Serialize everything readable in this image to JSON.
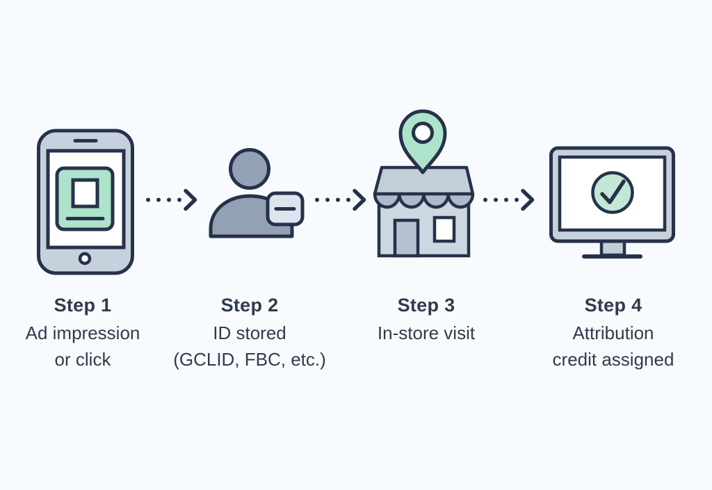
{
  "diagram": {
    "name": "offline-attribution-flow",
    "steps": [
      {
        "label": "Step 1",
        "caption": [
          "Ad impression",
          "or click"
        ],
        "icon": "tablet-ad-icon"
      },
      {
        "label": "Step 2",
        "caption": [
          "ID stored",
          "(GCLID, FBC, etc.)"
        ],
        "icon": "person-id-badge-icon"
      },
      {
        "label": "Step 3",
        "caption": [
          "In-store visit"
        ],
        "icon": "store-location-pin-icon"
      },
      {
        "label": "Step 4",
        "caption": [
          "Attribution",
          "credit assigned"
        ],
        "icon": "monitor-checkmark-icon"
      }
    ],
    "connector_icon": "dotted-arrow-icon"
  },
  "colors": {
    "background": "#f8fbfd",
    "outline": "#26324a",
    "text": "#2e3b4f",
    "gray_light": "#c6d1dd",
    "gray_medium": "#92a1b4",
    "mint": "#aee3cb",
    "mint_light": "#c2e8d5",
    "badge_fill": "#dde4ee",
    "roof": "#c3ced9",
    "awning": "#aebaca",
    "store_body": "#ccd7e1",
    "door": "#b4c1d0",
    "stand": "#c2cdda"
  }
}
